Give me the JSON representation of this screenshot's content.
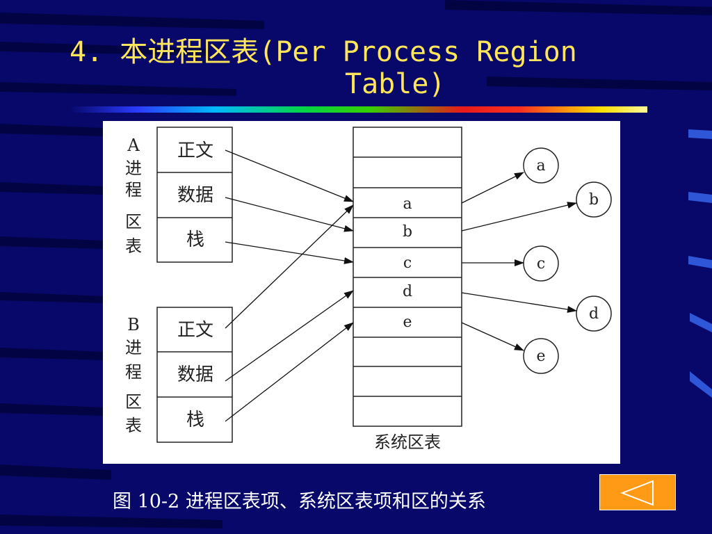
{
  "slide": {
    "title_line1": "4. 本进程区表(Per Process Region",
    "title_line2": "Table)",
    "caption": "图 10-2 进程区表项、系统区表项和区的关系"
  },
  "diagram": {
    "process_a_label": [
      "A",
      "进",
      "程",
      "区",
      "表"
    ],
    "process_b_label": [
      "B",
      "进",
      "程",
      "区",
      "表"
    ],
    "process_rows": [
      "正文",
      "数据",
      "栈"
    ],
    "system_table_rows": [
      "",
      "",
      "a",
      "b",
      "c",
      "d",
      "e",
      "",
      "",
      ""
    ],
    "system_table_label": "系统区表",
    "regions": [
      "a",
      "b",
      "c",
      "d",
      "e"
    ]
  },
  "colors": {
    "background": "#07086a",
    "title": "#ffe55a",
    "button": "#ff9a16"
  },
  "nav": {
    "back_icon": "triangle-left-icon"
  }
}
